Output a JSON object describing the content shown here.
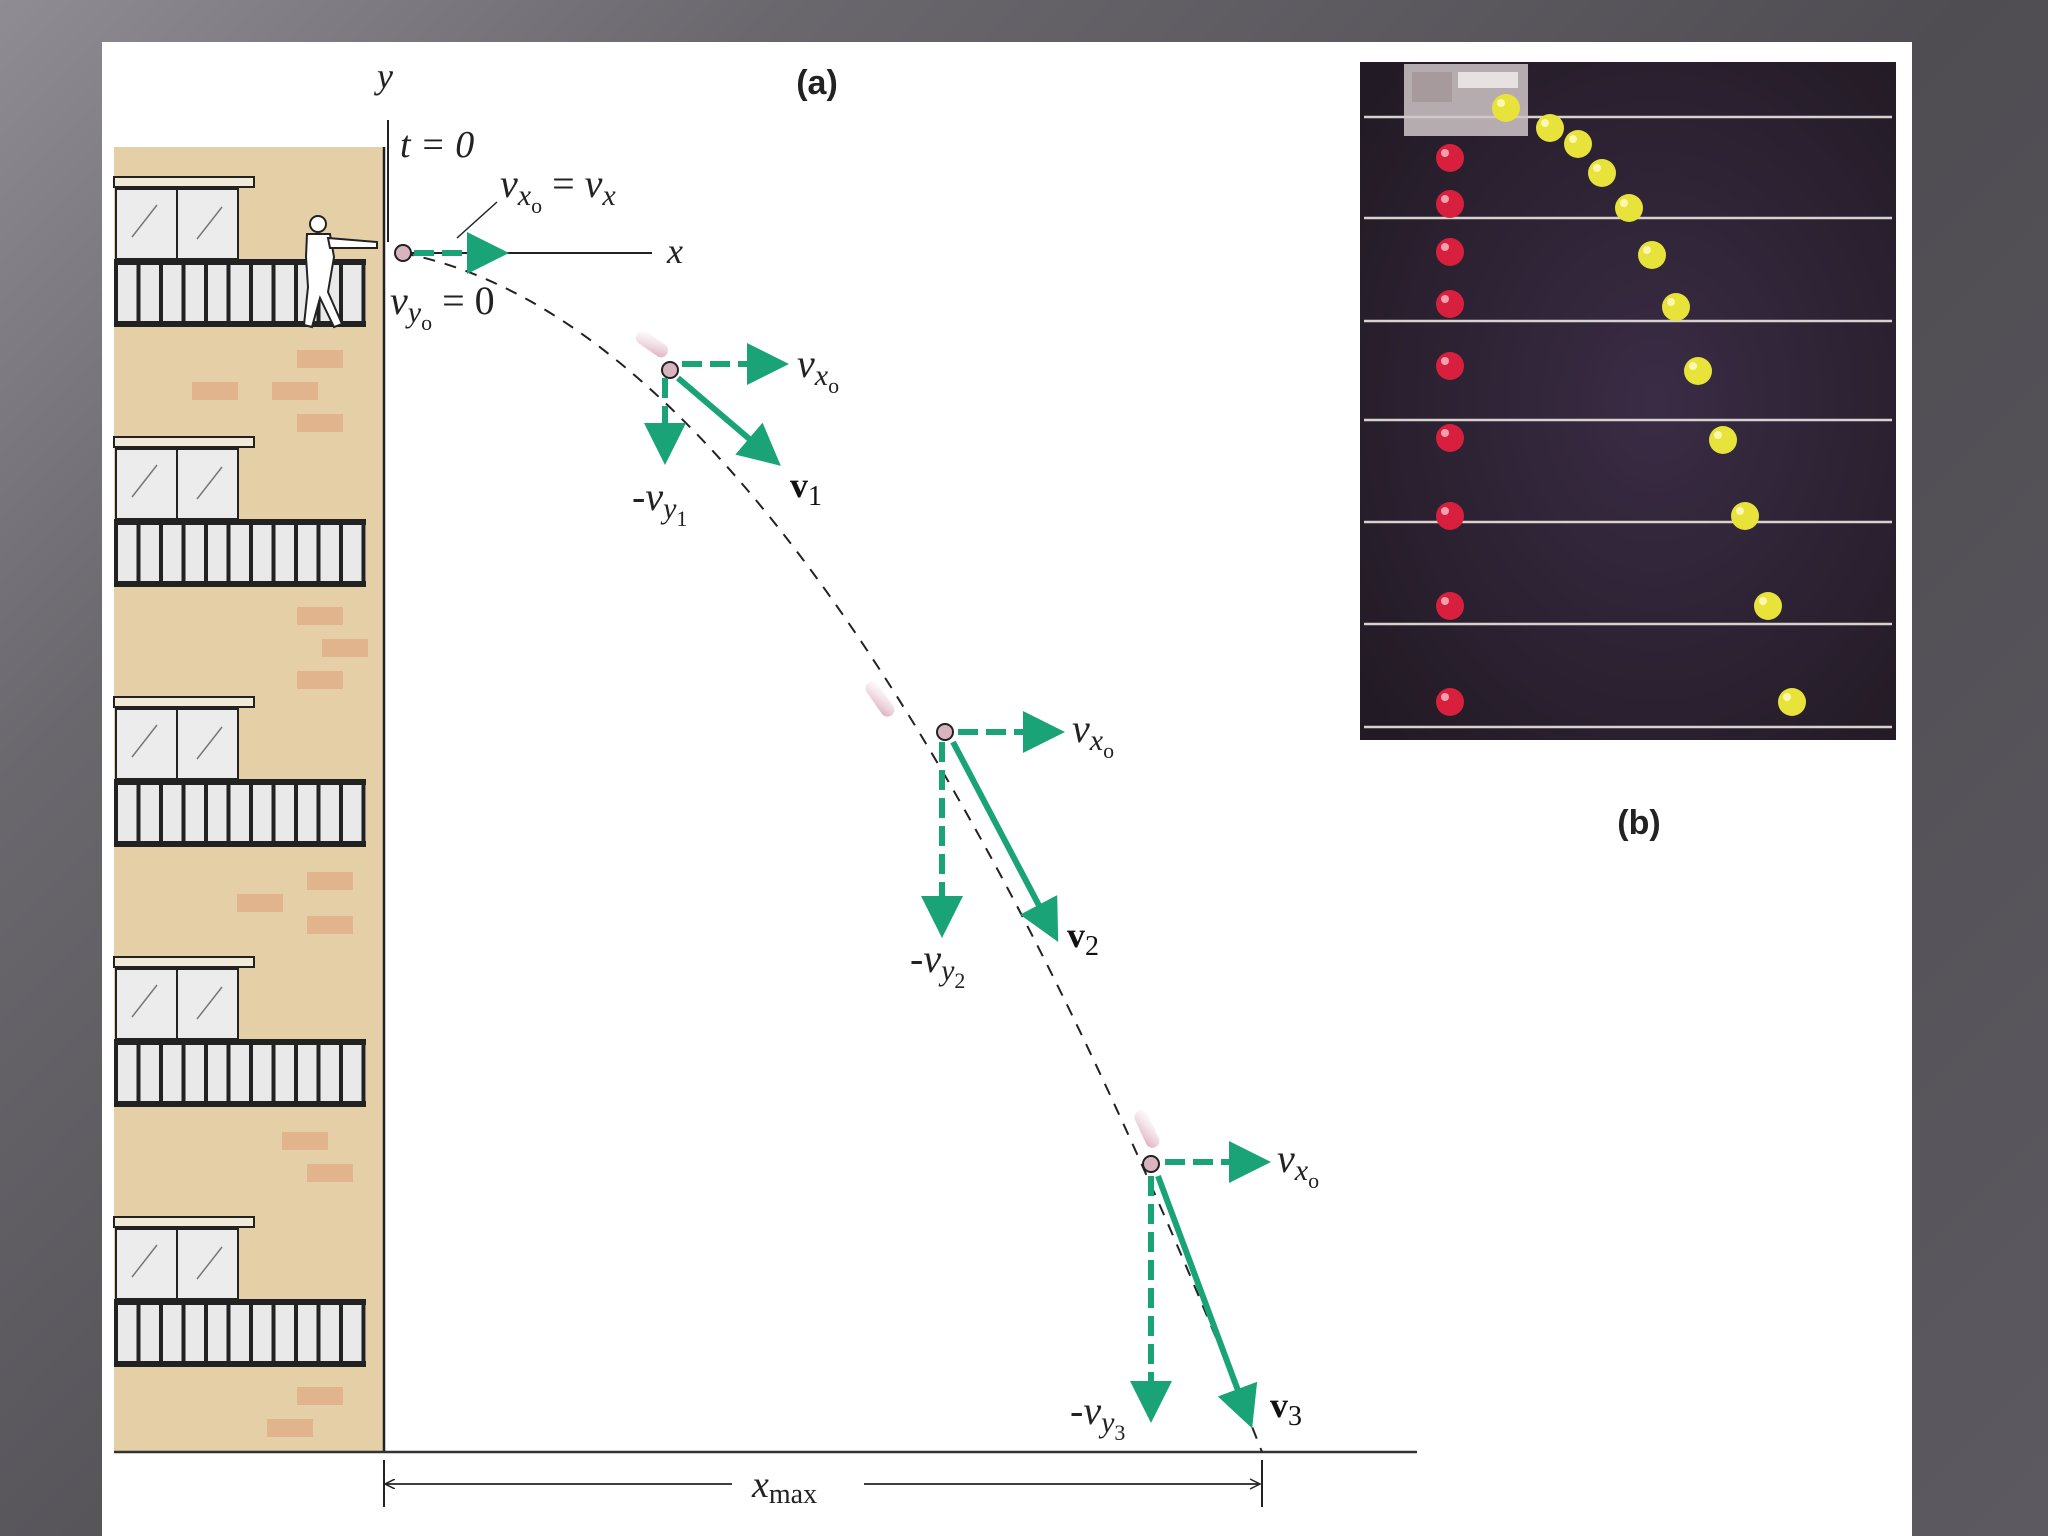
{
  "panel_a": {
    "label": "(a)",
    "axis_y": "y",
    "axis_x": "x",
    "t0": {
      "text": "t = 0"
    },
    "vx0_eq": {
      "v": "v",
      "sub": "x",
      "subsub": "o",
      "eq": "=",
      "v2": "v",
      "sub2": "x"
    },
    "vy0_eq": {
      "v": "v",
      "sub": "y",
      "subsub": "o",
      "rest": "= 0"
    },
    "points": [
      {
        "vx_label": {
          "v": "v",
          "sub": "x",
          "subsub": "o"
        },
        "vy_label": {
          "v": "-v",
          "sub": "y",
          "subsub": "1"
        },
        "v_label": {
          "v": "v",
          "sub": "1"
        }
      },
      {
        "vx_label": {
          "v": "v",
          "sub": "x",
          "subsub": "o"
        },
        "vy_label": {
          "v": "-v",
          "sub": "y",
          "subsub": "2"
        },
        "v_label": {
          "v": "v",
          "sub": "2"
        }
      },
      {
        "vx_label": {
          "v": "v",
          "sub": "x",
          "subsub": "o"
        },
        "vy_label": {
          "v": "-v",
          "sub": "y",
          "subsub": "3"
        },
        "v_label": {
          "v": "v",
          "sub": "3"
        }
      }
    ],
    "range_label": {
      "main": "x",
      "sub": "max"
    }
  },
  "panel_b": {
    "label": "(b)"
  },
  "colors": {
    "vector_green": "#1aa377",
    "building": "#e4cfa6",
    "brick": "#e2b48e",
    "photo_bg": "#2b1f2c",
    "red_ball": "#d8203e",
    "yellow_ball": "#e8e33a"
  }
}
